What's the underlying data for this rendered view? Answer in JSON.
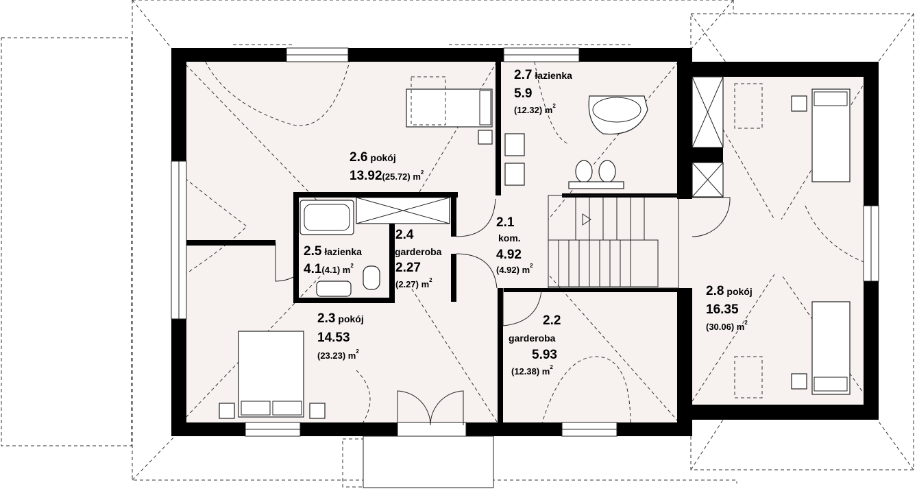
{
  "rooms": [
    {
      "id": "2.1",
      "number": "2.1",
      "name": "kom.",
      "area": "4.92",
      "total": "(4.92) m",
      "unit_sup": "2"
    },
    {
      "id": "2.2",
      "number": "2.2",
      "name": "garderoba",
      "area": "5.93",
      "total": "(12.38) m",
      "unit_sup": "2"
    },
    {
      "id": "2.3",
      "number": "2.3",
      "name": "pokój",
      "area": "14.53",
      "total": "(23.23) m",
      "unit_sup": "2"
    },
    {
      "id": "2.4",
      "number": "2.4",
      "name": "garderoba",
      "area": "2.27",
      "total": "(2.27) m",
      "unit_sup": "2"
    },
    {
      "id": "2.5",
      "number": "2.5",
      "name": "łazienka",
      "area": "4.1",
      "total": "(4.1) m",
      "unit_sup": "2"
    },
    {
      "id": "2.6",
      "number": "2.6",
      "name": "pokój",
      "area": "13.92",
      "total": "(25.72) m",
      "unit_sup": "2"
    },
    {
      "id": "2.7",
      "number": "2.7",
      "name": "łazienka",
      "area": "5.9",
      "total": "(12.32) m",
      "unit_sup": "2"
    },
    {
      "id": "2.8",
      "number": "2.8",
      "name": "pokój",
      "area": "16.35",
      "total": "(30.06) m",
      "unit_sup": "2"
    }
  ],
  "colors": {
    "wall": "#000000",
    "floor": "#f7f1f0",
    "line": "#222222"
  }
}
